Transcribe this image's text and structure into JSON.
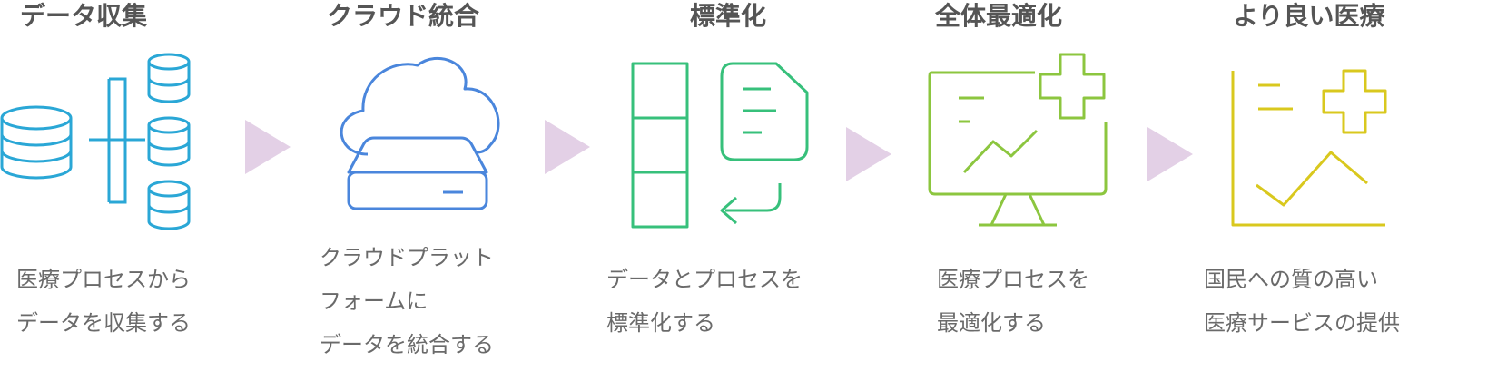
{
  "steps": [
    {
      "title": "データ収集",
      "desc": [
        "医療プロセスから",
        "データを収集する"
      ],
      "icon": "database-network-icon",
      "color": "#2aa7d6"
    },
    {
      "title": "クラウド統合",
      "desc": [
        "クラウドプラット",
        "フォームに",
        "データを統合する"
      ],
      "icon": "cloud-server-icon",
      "color": "#4a86dc"
    },
    {
      "title": "標準化",
      "desc": [
        "データとプロセスを",
        "標準化する"
      ],
      "icon": "document-standardize-icon",
      "color": "#37c07b"
    },
    {
      "title": "全体最適化",
      "desc": [
        "医療プロセスを",
        "最適化する"
      ],
      "icon": "monitor-chart-plus-icon",
      "color": "#8cc63f"
    },
    {
      "title": "より良い医療",
      "desc": [
        "国民への質の高い",
        "医療サービスの提供"
      ],
      "icon": "chart-plus-icon",
      "color": "#d9c81e"
    }
  ],
  "arrow_color": "#e3d0e6",
  "arrow_icon": "triangle-right-icon"
}
